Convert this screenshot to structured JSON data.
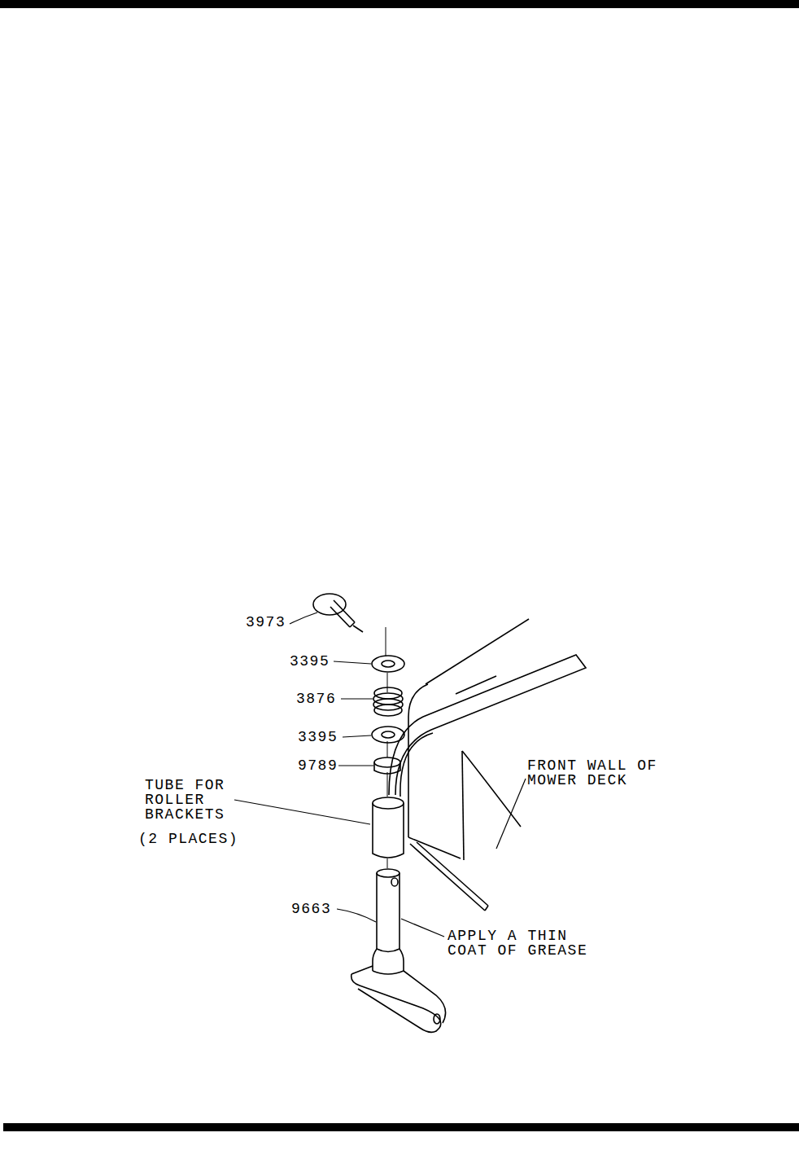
{
  "diagram": {
    "labels": [
      "3973",
      "3395",
      "3876",
      "3395",
      "9789",
      "TUBE FOR ROLLER BRACKETS",
      "(2 PLACES)",
      "9663",
      "APPLY A THIN COAT OF GREASE",
      "FRONT WALL OF MOWER DECK"
    ]
  }
}
